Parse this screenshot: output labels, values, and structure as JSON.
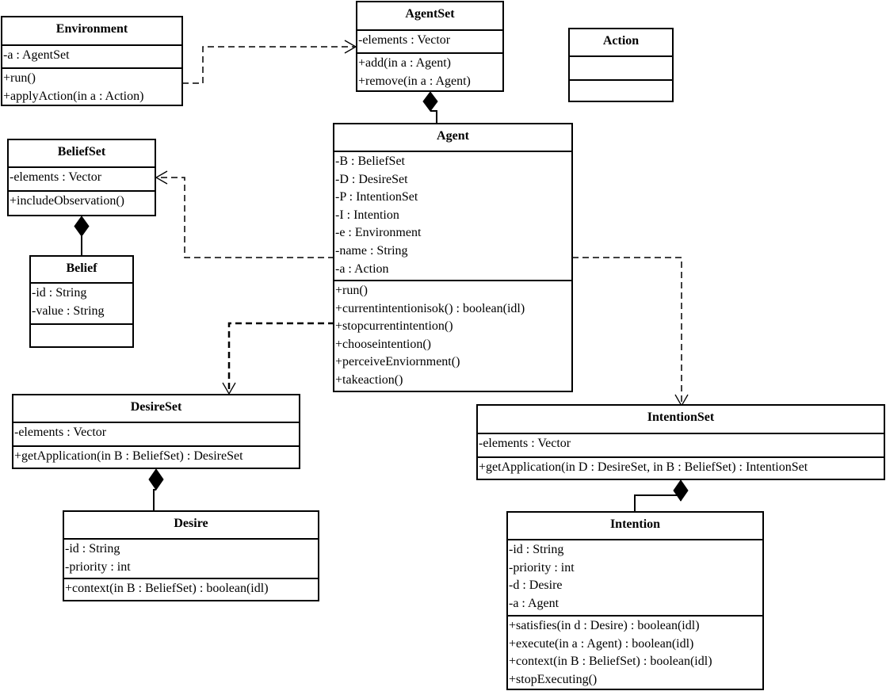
{
  "classes": {
    "environment": {
      "name": "Environment",
      "attributes": [
        "-a : AgentSet"
      ],
      "operations": [
        "+run()",
        "+applyAction(in a : Action)"
      ]
    },
    "agentset": {
      "name": "AgentSet",
      "attributes": [
        "-elements : Vector"
      ],
      "operations": [
        "+add(in a : Agent)",
        "+remove(in a : Agent)"
      ]
    },
    "action": {
      "name": "Action",
      "attributes": [],
      "operations": []
    },
    "beliefset": {
      "name": "BeliefSet",
      "attributes": [
        "-elements : Vector"
      ],
      "operations": [
        "+includeObservation()"
      ]
    },
    "belief": {
      "name": "Belief",
      "attributes": [
        "-id : String",
        "-value : String"
      ],
      "operations": []
    },
    "agent": {
      "name": "Agent",
      "attributes": [
        "-B : BeliefSet",
        "-D : DesireSet",
        "-P : IntentionSet",
        "-I : Intention",
        "-e : Environment",
        "-name : String",
        "-a : Action"
      ],
      "operations": [
        "+run()",
        "+currentintentionisok() : boolean(idl)",
        "+stopcurrentintention()",
        "+chooseintention()",
        "+perceiveEnviornment()",
        "+takeaction()"
      ]
    },
    "desireset": {
      "name": "DesireSet",
      "attributes": [
        "-elements : Vector"
      ],
      "operations": [
        "+getApplication(in B : BeliefSet) : DesireSet"
      ]
    },
    "desire": {
      "name": "Desire",
      "attributes": [
        "-id : String",
        "-priority : int"
      ],
      "operations": [
        "+context(in B : BeliefSet) : boolean(idl)"
      ]
    },
    "intentionset": {
      "name": "IntentionSet",
      "attributes": [
        "-elements : Vector"
      ],
      "operations": [
        "+getApplication(in D : DesireSet, in B : BeliefSet) : IntentionSet"
      ]
    },
    "intention": {
      "name": "Intention",
      "attributes": [
        "-id : String",
        "-priority : int",
        "-d : Desire",
        "-a : Agent"
      ],
      "operations": [
        "+satisfies(in d : Desire) : boolean(idl)",
        "+execute(in a : Agent) : boolean(idl)",
        "+context(in B : BeliefSet) : boolean(idl)",
        "+stopExecuting()"
      ]
    }
  },
  "relationships": [
    {
      "type": "dependency",
      "from": "environment",
      "to": "agentset"
    },
    {
      "type": "composition",
      "whole": "agentset",
      "part": "agent"
    },
    {
      "type": "dependency",
      "from": "agent",
      "to": "beliefset"
    },
    {
      "type": "composition",
      "whole": "beliefset",
      "part": "belief"
    },
    {
      "type": "dependency",
      "from": "agent",
      "to": "desireset"
    },
    {
      "type": "dependency",
      "from": "agent",
      "to": "intentionset"
    },
    {
      "type": "composition",
      "whole": "desireset",
      "part": "desire"
    },
    {
      "type": "composition",
      "whole": "intentionset",
      "part": "intention"
    }
  ]
}
